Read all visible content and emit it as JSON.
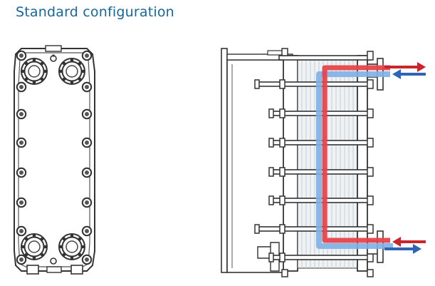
{
  "title": "Standard configuration",
  "colors": {
    "title": "#16679a",
    "hot_flow": "#e8434b",
    "cold_flow": "#7fb0e6",
    "arrow_red": "#c8252d",
    "arrow_blue": "#2f63b5",
    "outline": "#3a3a3a"
  },
  "icons": {
    "front_view": "plate-heat-exchanger-front-view",
    "side_view": "plate-heat-exchanger-side-view",
    "hot_in_arrow": "red-arrow-right",
    "hot_out_arrow": "red-arrow-left",
    "cold_out_arrow": "blue-arrow-left",
    "cold_in_arrow": "blue-arrow-right"
  }
}
